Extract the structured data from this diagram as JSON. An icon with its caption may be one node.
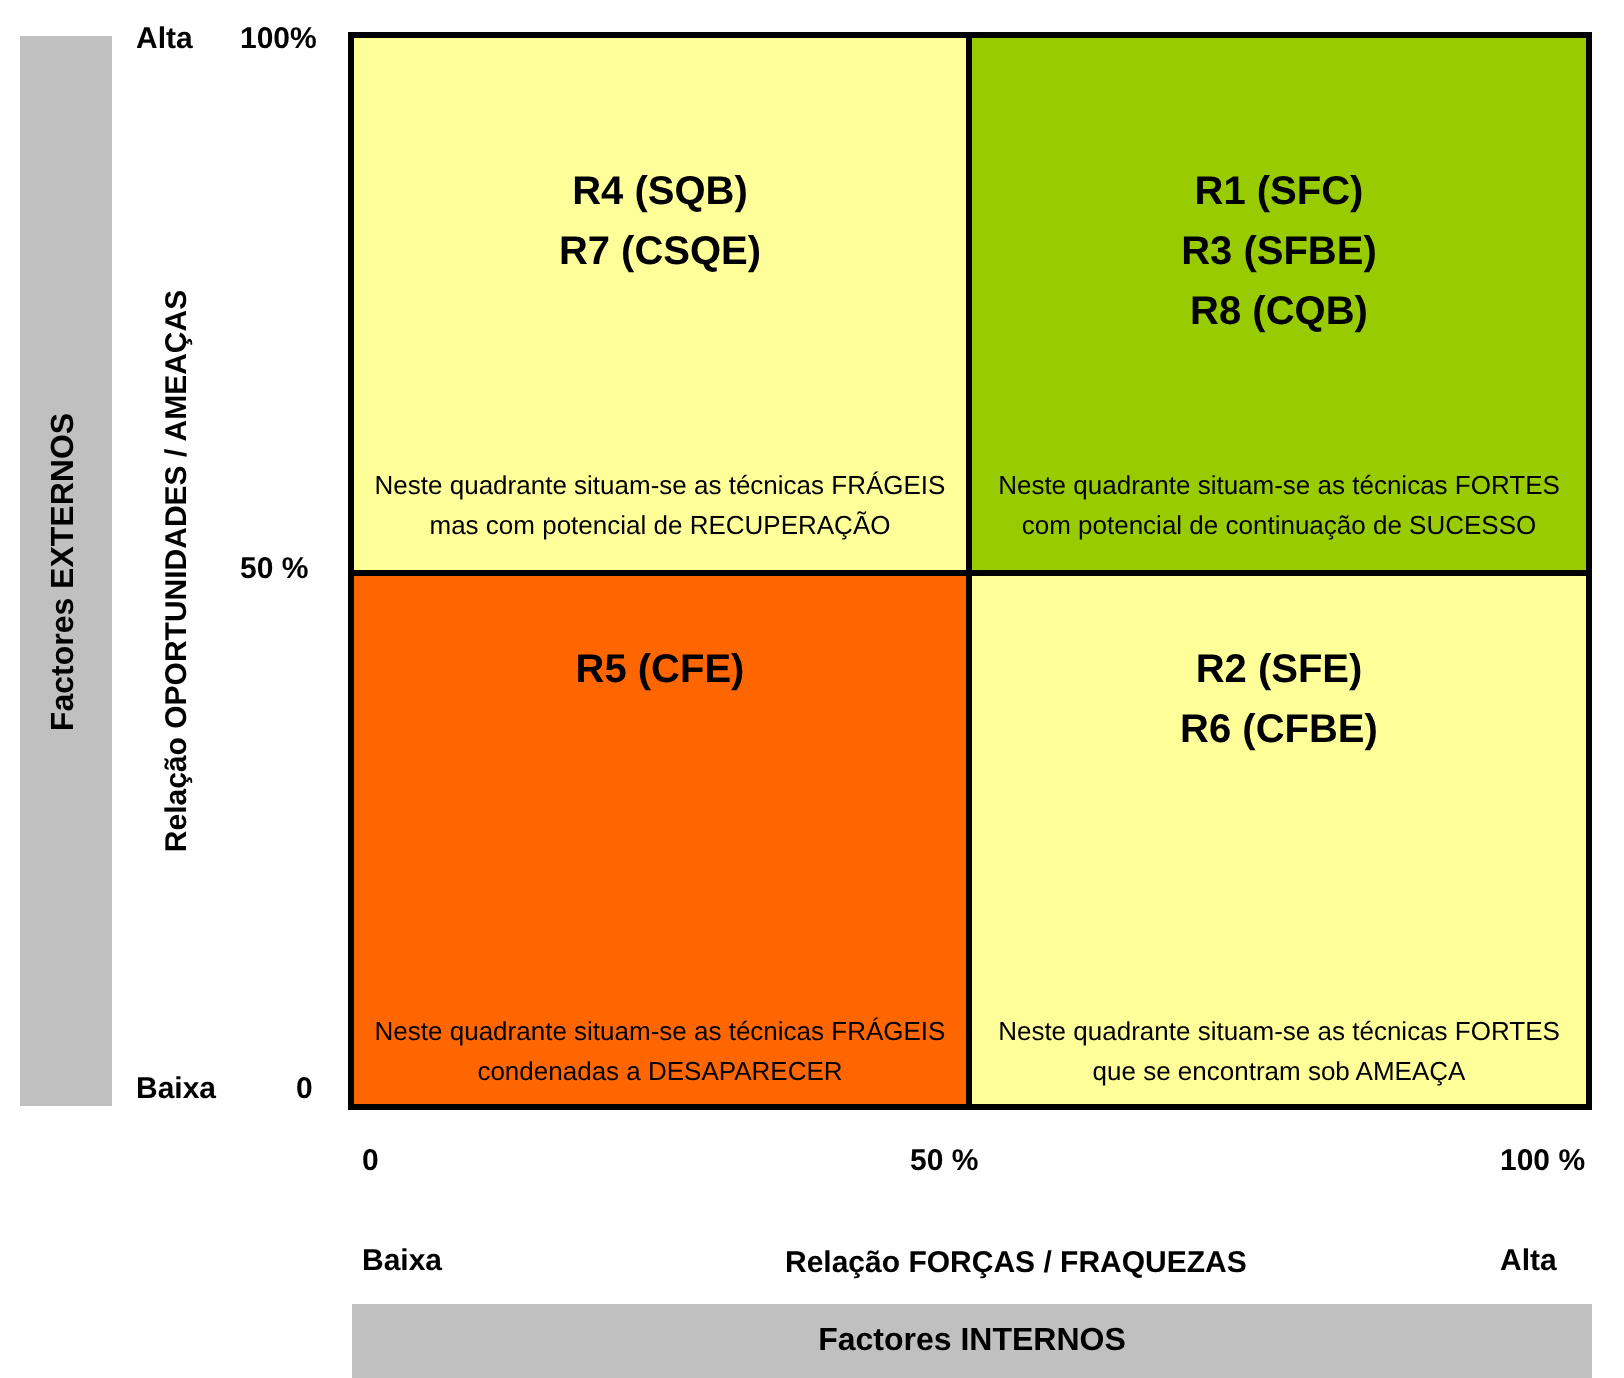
{
  "diagram": {
    "nodes": [
      {
        "text": [
          "Factores EXTERNOS"
        ]
      },
      {
        "text": [
          "R4 (SQB)",
          "R7 (CSQE)",
          "Neste quadrante situam-se as técnicas FRÁGEIS mas com potencial de RECUPERAÇÃO"
        ]
      },
      {
        "text": [
          "R1 (SFC)",
          "R3 (SFBE)",
          "R8 (CQB)",
          "Neste quadrante situam-se as técnicas FORTES com potencial de continuação de SUCESSO"
        ]
      },
      {
        "text": [
          "R5 (CFE)",
          "Neste quadrante situam-se as técnicas FRÁGEIS condenadas a DESAPARECER"
        ]
      },
      {
        "text": [
          "R2 (SFE)",
          "R6 (CFBE)",
          "Neste quadrante situam-se as técnicas FORTES que se encontram sob AMEAÇA"
        ]
      },
      {
        "text": [
          "Factores INTERNOS"
        ]
      }
    ],
    "labels": [
      "Alta",
      "100%",
      "Relação OPORTUNIDADES / AMEAÇAS",
      "50 %",
      "Baixa",
      "0",
      "0",
      "50 %",
      "100 %",
      "Baixa",
      "Relação FORÇAS / FRAQUEZAS",
      "Alta"
    ]
  }
}
